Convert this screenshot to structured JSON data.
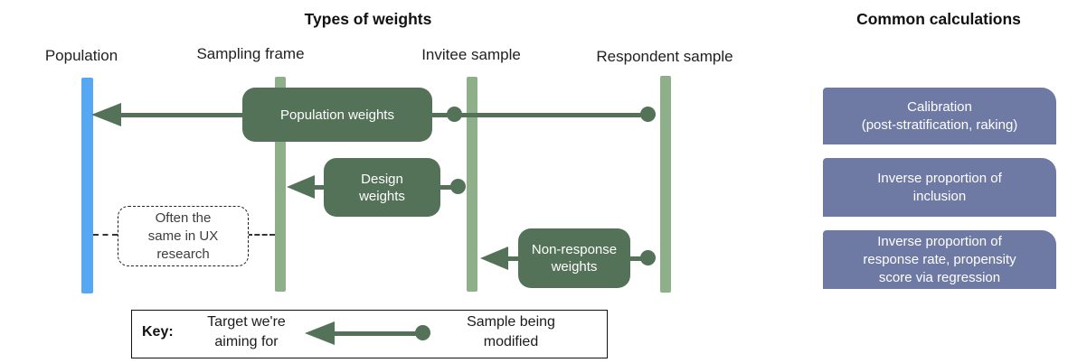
{
  "titles": {
    "types": "Types of weights",
    "calculations": "Common calculations"
  },
  "columns": [
    {
      "label": "Population"
    },
    {
      "label": "Sampling frame"
    },
    {
      "label": "Invitee sample"
    },
    {
      "label": "Respondent sample"
    }
  ],
  "weight_boxes": [
    {
      "label": "Population weights"
    },
    {
      "label": "Design\nweights"
    },
    {
      "label": "Non-response\nweights"
    }
  ],
  "note": {
    "text": "Often the\nsame in UX\nresearch"
  },
  "key": {
    "label": "Key:",
    "target": "Target we're\naiming for",
    "sample": "Sample being\nmodified"
  },
  "calculations": [
    {
      "label": "Calibration\n(post-stratification, raking)"
    },
    {
      "label": "Inverse proportion of\ninclusion"
    },
    {
      "label": "Inverse proportion of\nresponse rate, propensity\nscore via regression"
    }
  ],
  "colors": {
    "population_bar": "#56a8f2",
    "sample_bar": "#8eaf89",
    "weight_box": "#547258",
    "calc_box": "#6e7aa3"
  }
}
